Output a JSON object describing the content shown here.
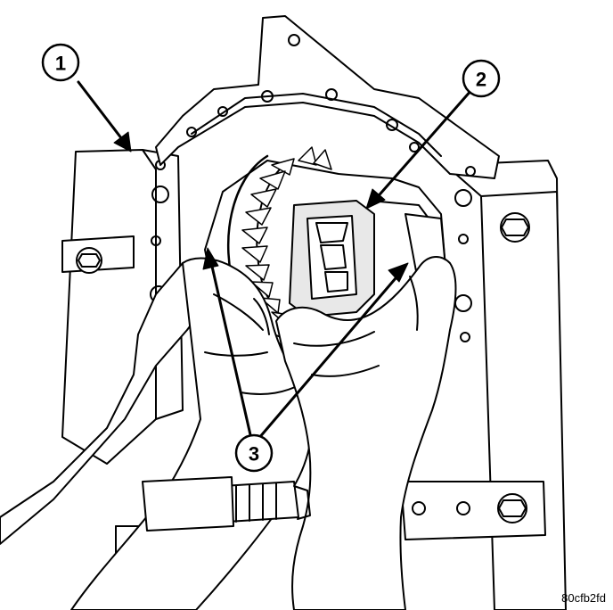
{
  "figure": {
    "code": "80cfb2fd",
    "callouts": [
      {
        "id": "callout-1",
        "label": "1"
      },
      {
        "id": "callout-2",
        "label": "2"
      },
      {
        "id": "callout-3",
        "label": "3"
      }
    ]
  },
  "colors": {
    "line": "#000000",
    "paper": "#ffffff",
    "shade": "#cfcfcf"
  }
}
